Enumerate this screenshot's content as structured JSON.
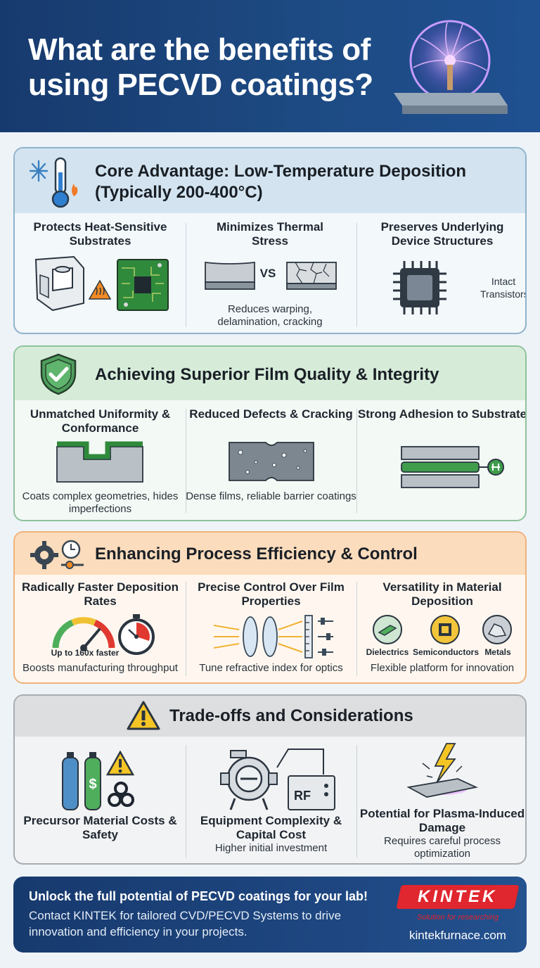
{
  "header": {
    "title": "What are the benefits of using PECVD coatings?"
  },
  "core": {
    "title_line1": "Core Advantage: Low-Temperature Deposition",
    "title_line2": "(Typically 200-400°C)",
    "columns": [
      {
        "title": "Protects Heat-Sensitive Substrates"
      },
      {
        "title": "Minimizes Thermal Stress",
        "vs": "VS",
        "caption": "Reduces warping, delamination, cracking"
      },
      {
        "title": "Preserves Underlying Device Structures",
        "label": "Intact Transistors"
      }
    ]
  },
  "quality": {
    "title": "Achieving Superior Film Quality & Integrity",
    "columns": [
      {
        "title": "Unmatched Uniformity & Conformance",
        "caption": "Coats complex geometries, hides imperfections"
      },
      {
        "title": "Reduced Defects & Cracking",
        "caption": "Dense films, reliable barrier coatings"
      },
      {
        "title": "Strong Adhesion to Substrate"
      }
    ]
  },
  "efficiency": {
    "title": "Enhancing Process Efficiency & Control",
    "columns": [
      {
        "title": "Radically Faster Deposition Rates",
        "gauge_label": "Up to 160x faster",
        "caption": "Boosts manufacturing throughput"
      },
      {
        "title": "Precise Control Over Film Properties",
        "caption": "Tune refractive index for optics"
      },
      {
        "title": "Versatility in Material Deposition",
        "materials": [
          "Dielectrics",
          "Semiconductors",
          "Metals"
        ],
        "caption": "Flexible platform for innovation"
      }
    ]
  },
  "tradeoffs": {
    "title": "Trade-offs and Considerations",
    "columns": [
      {
        "title": "Precursor Material Costs & Safety"
      },
      {
        "title": "Equipment Complexity & Capital Cost",
        "rf_label": "RF",
        "caption": "Higher initial investment"
      },
      {
        "title": "Potential for Plasma-Induced Damage",
        "caption": "Requires careful process optimization"
      }
    ]
  },
  "footer": {
    "cta_title": "Unlock the full potential of PECVD coatings for your lab!",
    "cta_body": "Contact KINTEK for tailored CVD/PECVD Systems to drive innovation and efficiency in your projects.",
    "logo": "KINTEK",
    "tagline": "Solution for researching",
    "website": "kintekfurnace.com"
  },
  "colors": {
    "header_bg": "#1d4a82",
    "core_accent": "#8fb3cc",
    "quality_accent": "#8ec39a",
    "efficiency_accent": "#f0b27a",
    "tradeoffs_accent": "#a8adb2",
    "brand_red": "#e0262e"
  }
}
